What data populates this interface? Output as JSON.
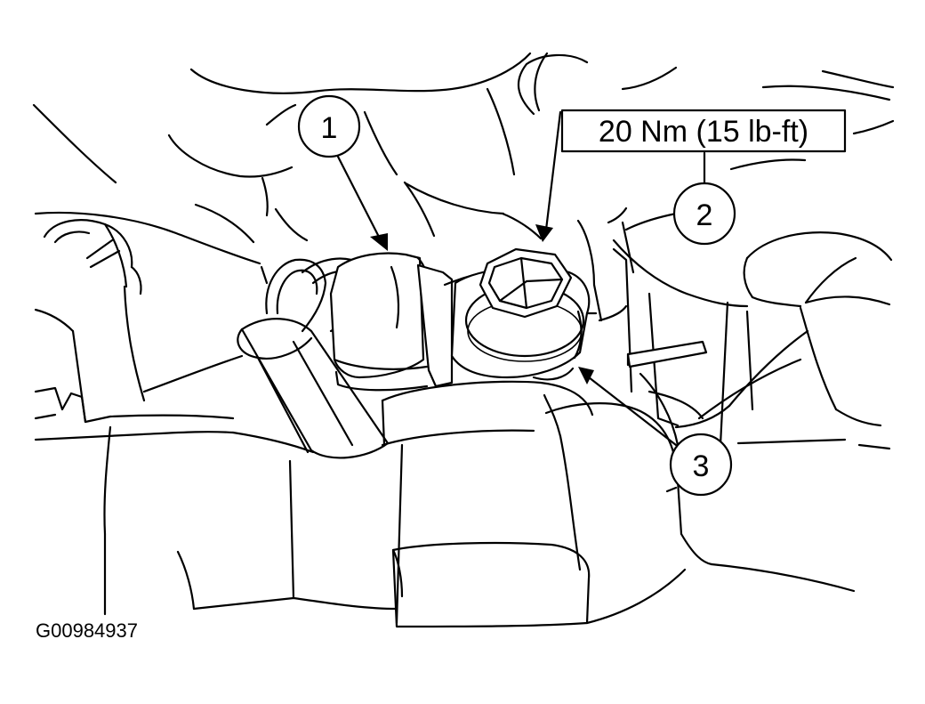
{
  "figure": {
    "id_label": "G00984937"
  },
  "callouts": [
    {
      "number": "1"
    },
    {
      "number": "2"
    },
    {
      "number": "3"
    }
  ],
  "torque_spec": {
    "text": "20 Nm (15 lb-ft)"
  }
}
